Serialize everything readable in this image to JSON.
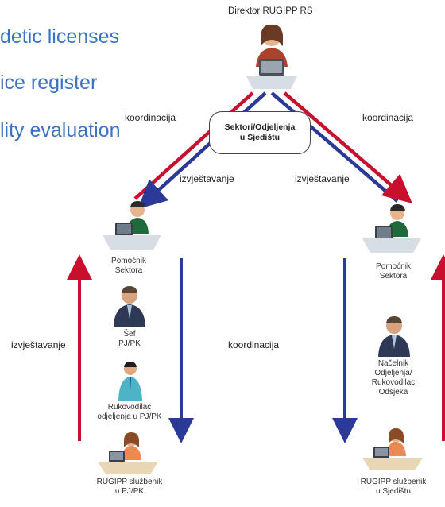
{
  "slide": {
    "bullets": [
      "detic licenses",
      "ice register",
      "lity evaluation"
    ]
  },
  "diagram": {
    "director": "Direktor RUGIPP RS",
    "center_box": [
      "Sektori/Odjeljenja",
      "u Sjedištu"
    ],
    "arrow_labels": {
      "koordinacija_left": "koordinacija",
      "koordinacija_right": "koordinacija",
      "izvjestavanje_left": "izvještavanje",
      "izvjestavanje_right": "izvještavanje",
      "izvjestavanje_side": "izvještavanje",
      "koordinacija_middle": "koordinacija"
    },
    "left_column": {
      "assistant": [
        "Pomoćnik",
        "Sektora"
      ],
      "chief": [
        "Šef",
        "PJ/PK"
      ],
      "manager": [
        "Rukovodilac",
        "odjeljenja u PJ/PK"
      ],
      "clerk": [
        "RUGIPP službenik",
        "u PJ/PK"
      ]
    },
    "right_column": {
      "assistant": [
        "Pomoćnik",
        "Sektora"
      ],
      "head": [
        "Načelnik",
        "Odjeljenja/",
        "Rukovodilac",
        "Odsjeka"
      ],
      "clerk": [
        "RUGIPP službenik",
        "u Sjedištu"
      ]
    },
    "colors": {
      "red": "#c8102e",
      "blue": "#2b3a96",
      "text": "#3a72c4"
    },
    "icons": [
      "person-at-desk-icon",
      "businessman-icon",
      "office-worker-icon",
      "woman-at-desk-icon"
    ]
  }
}
